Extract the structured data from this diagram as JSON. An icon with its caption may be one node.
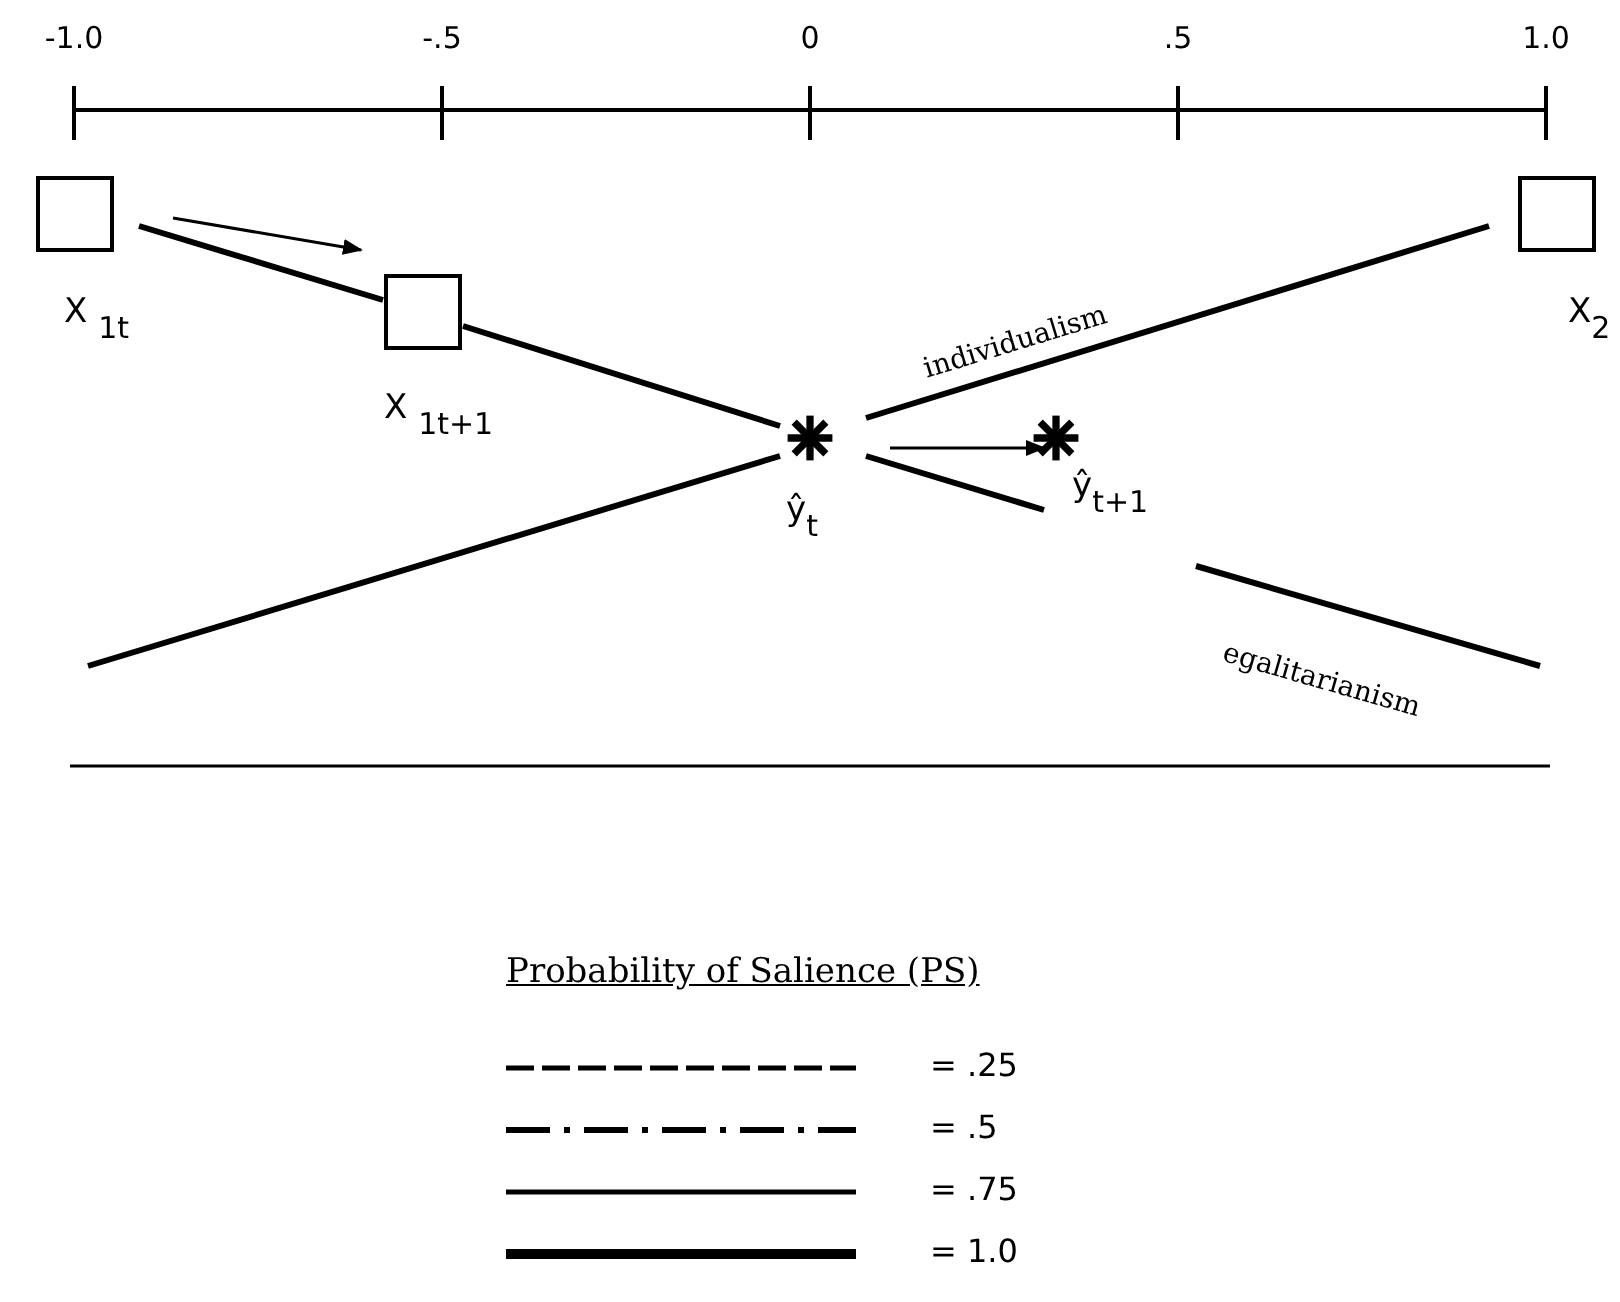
{
  "diagram": {
    "nodes": [
      {
        "text": [],
        "shape": "box",
        "beside": [
          "X $_{1t}$"
        ]
      },
      {
        "text": [],
        "shape": "box",
        "beside": [
          "X $_{1t+1}$"
        ]
      },
      {
        "text": [],
        "shape": "box",
        "beside": [
          "X$_{2}$"
        ]
      },
      {
        "text": [],
        "shape": "asterisk",
        "beside": [
          "ŷ$_{t}$"
        ]
      },
      {
        "text": [],
        "shape": "asterisk",
        "beside": [
          "ŷ$_{t+1}$"
        ]
      }
    ],
    "edges": [
      {
        "from": 0,
        "to": 1,
        "arrow": "none"
      },
      {
        "from": 1,
        "to": 3,
        "arrow": "none"
      },
      {
        "from": 3,
        "to": 2,
        "arrow": "none",
        "label": "individualism"
      },
      {
        "from": null,
        "to": 3,
        "arrow": "none"
      },
      {
        "from": 3,
        "to": 4,
        "arrow": "none"
      },
      {
        "from": 4,
        "to": null,
        "arrow": "none",
        "label": "egalitarianism"
      },
      {
        "from": 0,
        "to": 1,
        "arrow": "to"
      },
      {
        "from": 3,
        "to": 4,
        "arrow": "to"
      }
    ],
    "labels": [
      "-1.0",
      "-.5",
      "0",
      ".5",
      "1.0",
      "Probability of Salience (PS)"
    ],
    "legend": [
      {
        "text": "= .25"
      },
      {
        "text": "= .5"
      },
      {
        "text": "= .75"
      },
      {
        "text": "= 1.0"
      }
    ]
  }
}
